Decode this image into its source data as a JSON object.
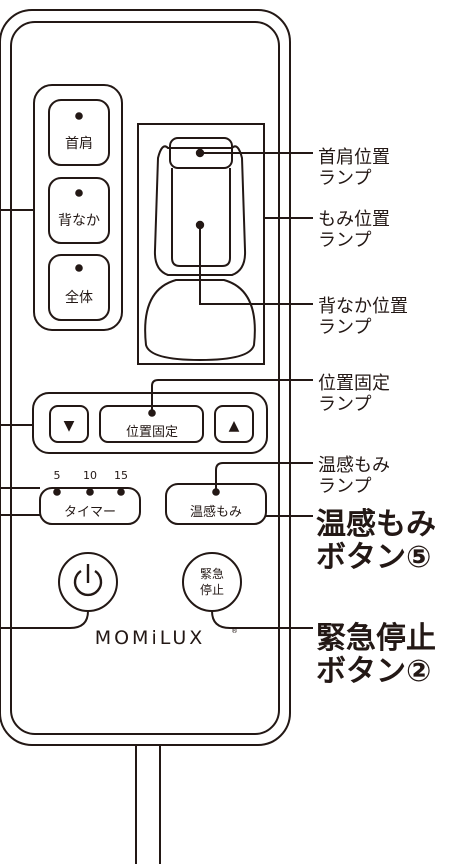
{
  "brand": "MOMiLUX",
  "brand_mark": "®",
  "buttons": {
    "neck_shoulder": "首肩",
    "back": "背なか",
    "full_body": "全体",
    "down_symbol": "▼",
    "position_lock": "位置固定",
    "up_symbol": "▲",
    "timer": "タイマー",
    "warm_massage": "温感もみ",
    "power_symbol": "⏻",
    "emergency_stop_line1": "緊急",
    "emergency_stop_line2": "停止"
  },
  "timer_values": [
    "5",
    "10",
    "15"
  ],
  "callouts": {
    "neck_shoulder_lamp": [
      "首肩位置",
      "ランプ"
    ],
    "massage_position_lamp": [
      "もみ位置",
      "ランプ"
    ],
    "back_position_lamp": [
      "背なか位置",
      "ランプ"
    ],
    "position_lock_lamp": [
      "位置固定",
      "ランプ"
    ],
    "warm_massage_lamp": [
      "温感もみ",
      "ランプ"
    ],
    "warm_massage_button": [
      "温感もみ",
      "ボタン⑤"
    ],
    "emergency_stop_button": [
      "緊急停止",
      "ボタン②"
    ]
  },
  "colors": {
    "line": "#231815",
    "background": "#ffffff"
  }
}
